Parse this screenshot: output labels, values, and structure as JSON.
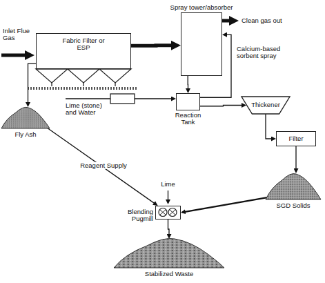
{
  "diagram": {
    "nodes": [
      {
        "text": [
          "Spray tower/absorber"
        ]
      },
      {
        "text": [
          "Fabric Filter or ESP"
        ]
      },
      {
        "text": [
          "Reaction Tank"
        ]
      },
      {
        "text": [
          "Thickener"
        ]
      },
      {
        "text": [
          "Fly Ash"
        ]
      },
      {
        "text": [
          "Filter"
        ]
      },
      {
        "text": [
          "SGD Solids"
        ]
      },
      {
        "text": [
          "Blending Pugmill"
        ]
      },
      {
        "text": [
          "Stabilized Waste"
        ]
      }
    ],
    "edges": [
      {
        "from": 1,
        "to": 0,
        "arrow": "to"
      },
      {
        "from": 1,
        "to": 4,
        "arrow": "to"
      },
      {
        "from": 0,
        "to": 2,
        "arrow": "to"
      },
      {
        "from": 2,
        "to": 0,
        "label": "Calcium-based sorbent spray",
        "arrow": "to"
      },
      {
        "from": 2,
        "to": 3,
        "arrow": "to"
      },
      {
        "from": 3,
        "to": 5,
        "arrow": "to"
      },
      {
        "from": 5,
        "to": 6,
        "arrow": "to"
      },
      {
        "from": 4,
        "to": 7,
        "label": "Reagent Supply",
        "arrow": "to"
      },
      {
        "from": 6,
        "to": 7,
        "arrow": "to"
      },
      {
        "from": 7,
        "to": 8,
        "arrow": "to"
      }
    ],
    "labels": [
      "Inlet Flue Gas",
      "Clean gas out",
      "Lime (stone) and Water",
      "Lime"
    ]
  }
}
